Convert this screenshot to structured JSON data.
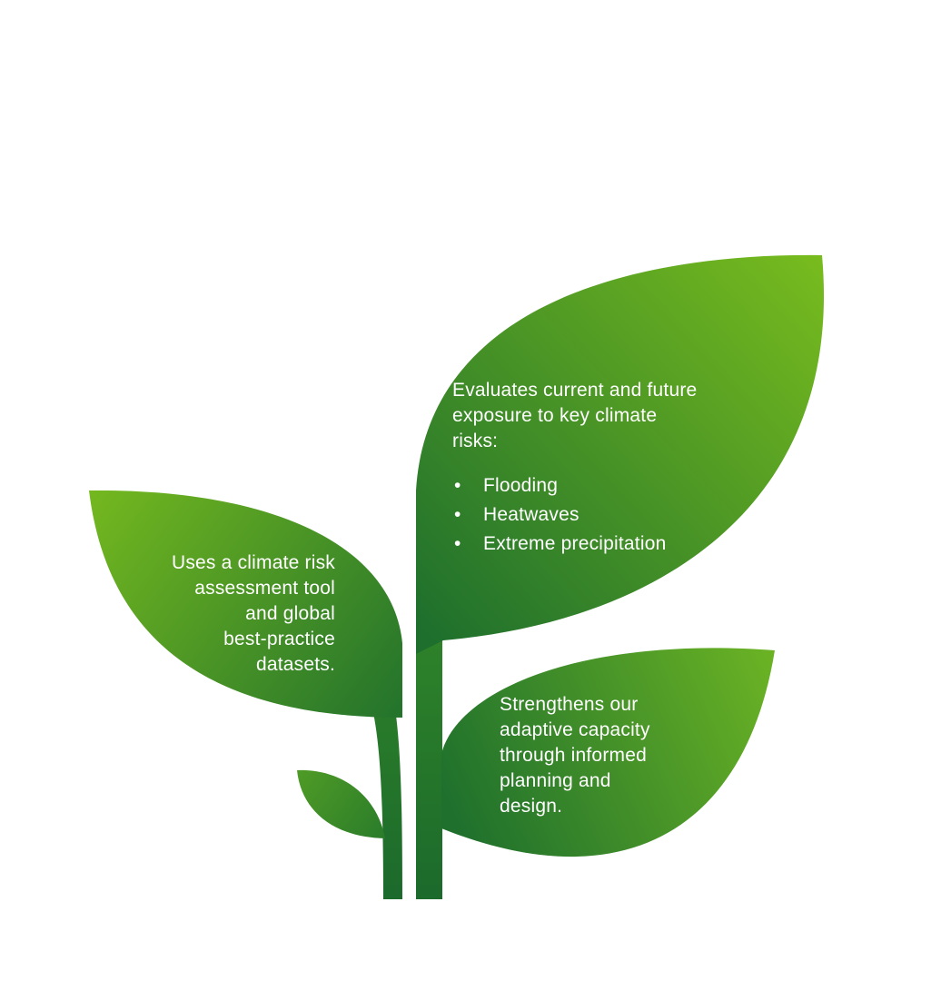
{
  "colors": {
    "leaf_light": "#78BC1E",
    "leaf_dark": "#1E6F2D",
    "text": "#FFFFFF",
    "background": "#FFFFFF"
  },
  "leaves": {
    "left": {
      "lines": [
        "Uses a climate risk",
        "assessment tool",
        "and global",
        "best-practice",
        "datasets."
      ]
    },
    "top": {
      "intro_lines": [
        "Evaluates current and future",
        "exposure to key climate",
        "risks:"
      ],
      "bullet_symbol": "•",
      "items": [
        "Flooding",
        "Heatwaves",
        "Extreme precipitation"
      ]
    },
    "bottom": {
      "lines": [
        "Strengthens our",
        "adaptive capacity",
        "through informed",
        "planning and",
        "design."
      ]
    }
  }
}
